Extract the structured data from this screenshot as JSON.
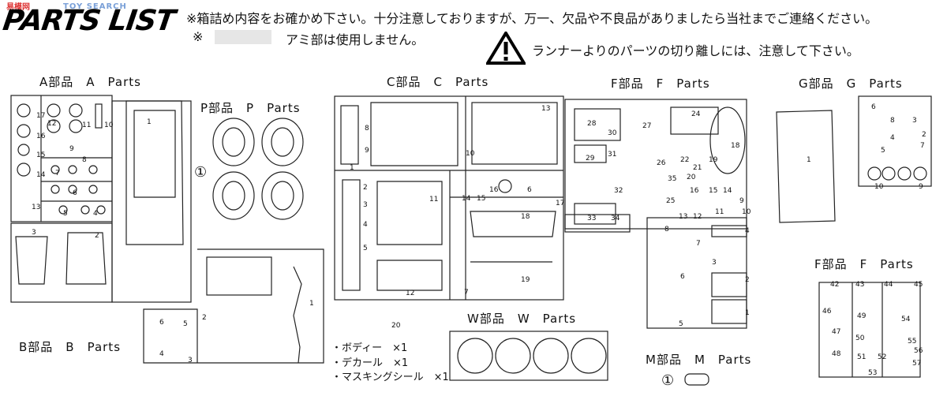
{
  "header": {
    "title": "PARTS LIST",
    "watermark_a": "易模网",
    "watermark_b": "TOY SEARCH",
    "note1": "※箱詰め内容をお確かめ下さい。十分注意しておりますが、万一、欠品や不良品がありましたら当社までご連絡ください。",
    "note2_mark": "※",
    "note2": "アミ部は使用しません。",
    "caution": "ランナーよりのパーツの切り離しには、注意して下さい。"
  },
  "runners": {
    "A": "A部品　A　Parts",
    "B": "B部品　B　Parts",
    "P": "P部品　P　Parts",
    "C": "C部品　C　Parts",
    "F_top": "F部品　F　Parts",
    "G": "G部品　G　Parts",
    "F_small": "F部品　F　Parts",
    "W": "W部品　W　Parts",
    "M": "M部品　M　Parts"
  },
  "quantities": {
    "P": "①",
    "M": "①"
  },
  "extras": [
    "・ボディー　×1",
    "・デカール　×1",
    "・マスキングシール　×1"
  ],
  "part_numbers": {
    "A": [
      "17",
      "12",
      "11",
      "10",
      "16",
      "1",
      "15",
      "9",
      "8",
      "14",
      "7",
      "13",
      "6",
      "5",
      "4",
      "3",
      "2"
    ],
    "C": [
      "13",
      "8",
      "9",
      "1",
      "10",
      "2",
      "11",
      "3",
      "4",
      "5",
      "12",
      "7",
      "15",
      "14",
      "16",
      "6",
      "17",
      "18",
      "19",
      "20"
    ],
    "F": [
      "24",
      "28",
      "27",
      "30",
      "29",
      "22",
      "31",
      "32",
      "26",
      "21",
      "19",
      "18",
      "35",
      "20",
      "25",
      "16",
      "15",
      "14",
      "33",
      "34",
      "10",
      "9",
      "13",
      "12",
      "11",
      "8",
      "4",
      "7",
      "3",
      "6",
      "2",
      "1",
      "5"
    ],
    "G": [
      "6",
      "1",
      "3",
      "8",
      "4",
      "2",
      "7",
      "5",
      "10",
      "9"
    ],
    "B": [
      "1",
      "2",
      "6",
      "5",
      "4",
      "3"
    ],
    "F_small": [
      "42",
      "43",
      "44",
      "45",
      "46",
      "49",
      "54",
      "47",
      "50",
      "55",
      "48",
      "51",
      "52",
      "56",
      "57",
      "53"
    ]
  },
  "icons": {
    "caution": "warning-triangle-icon"
  }
}
